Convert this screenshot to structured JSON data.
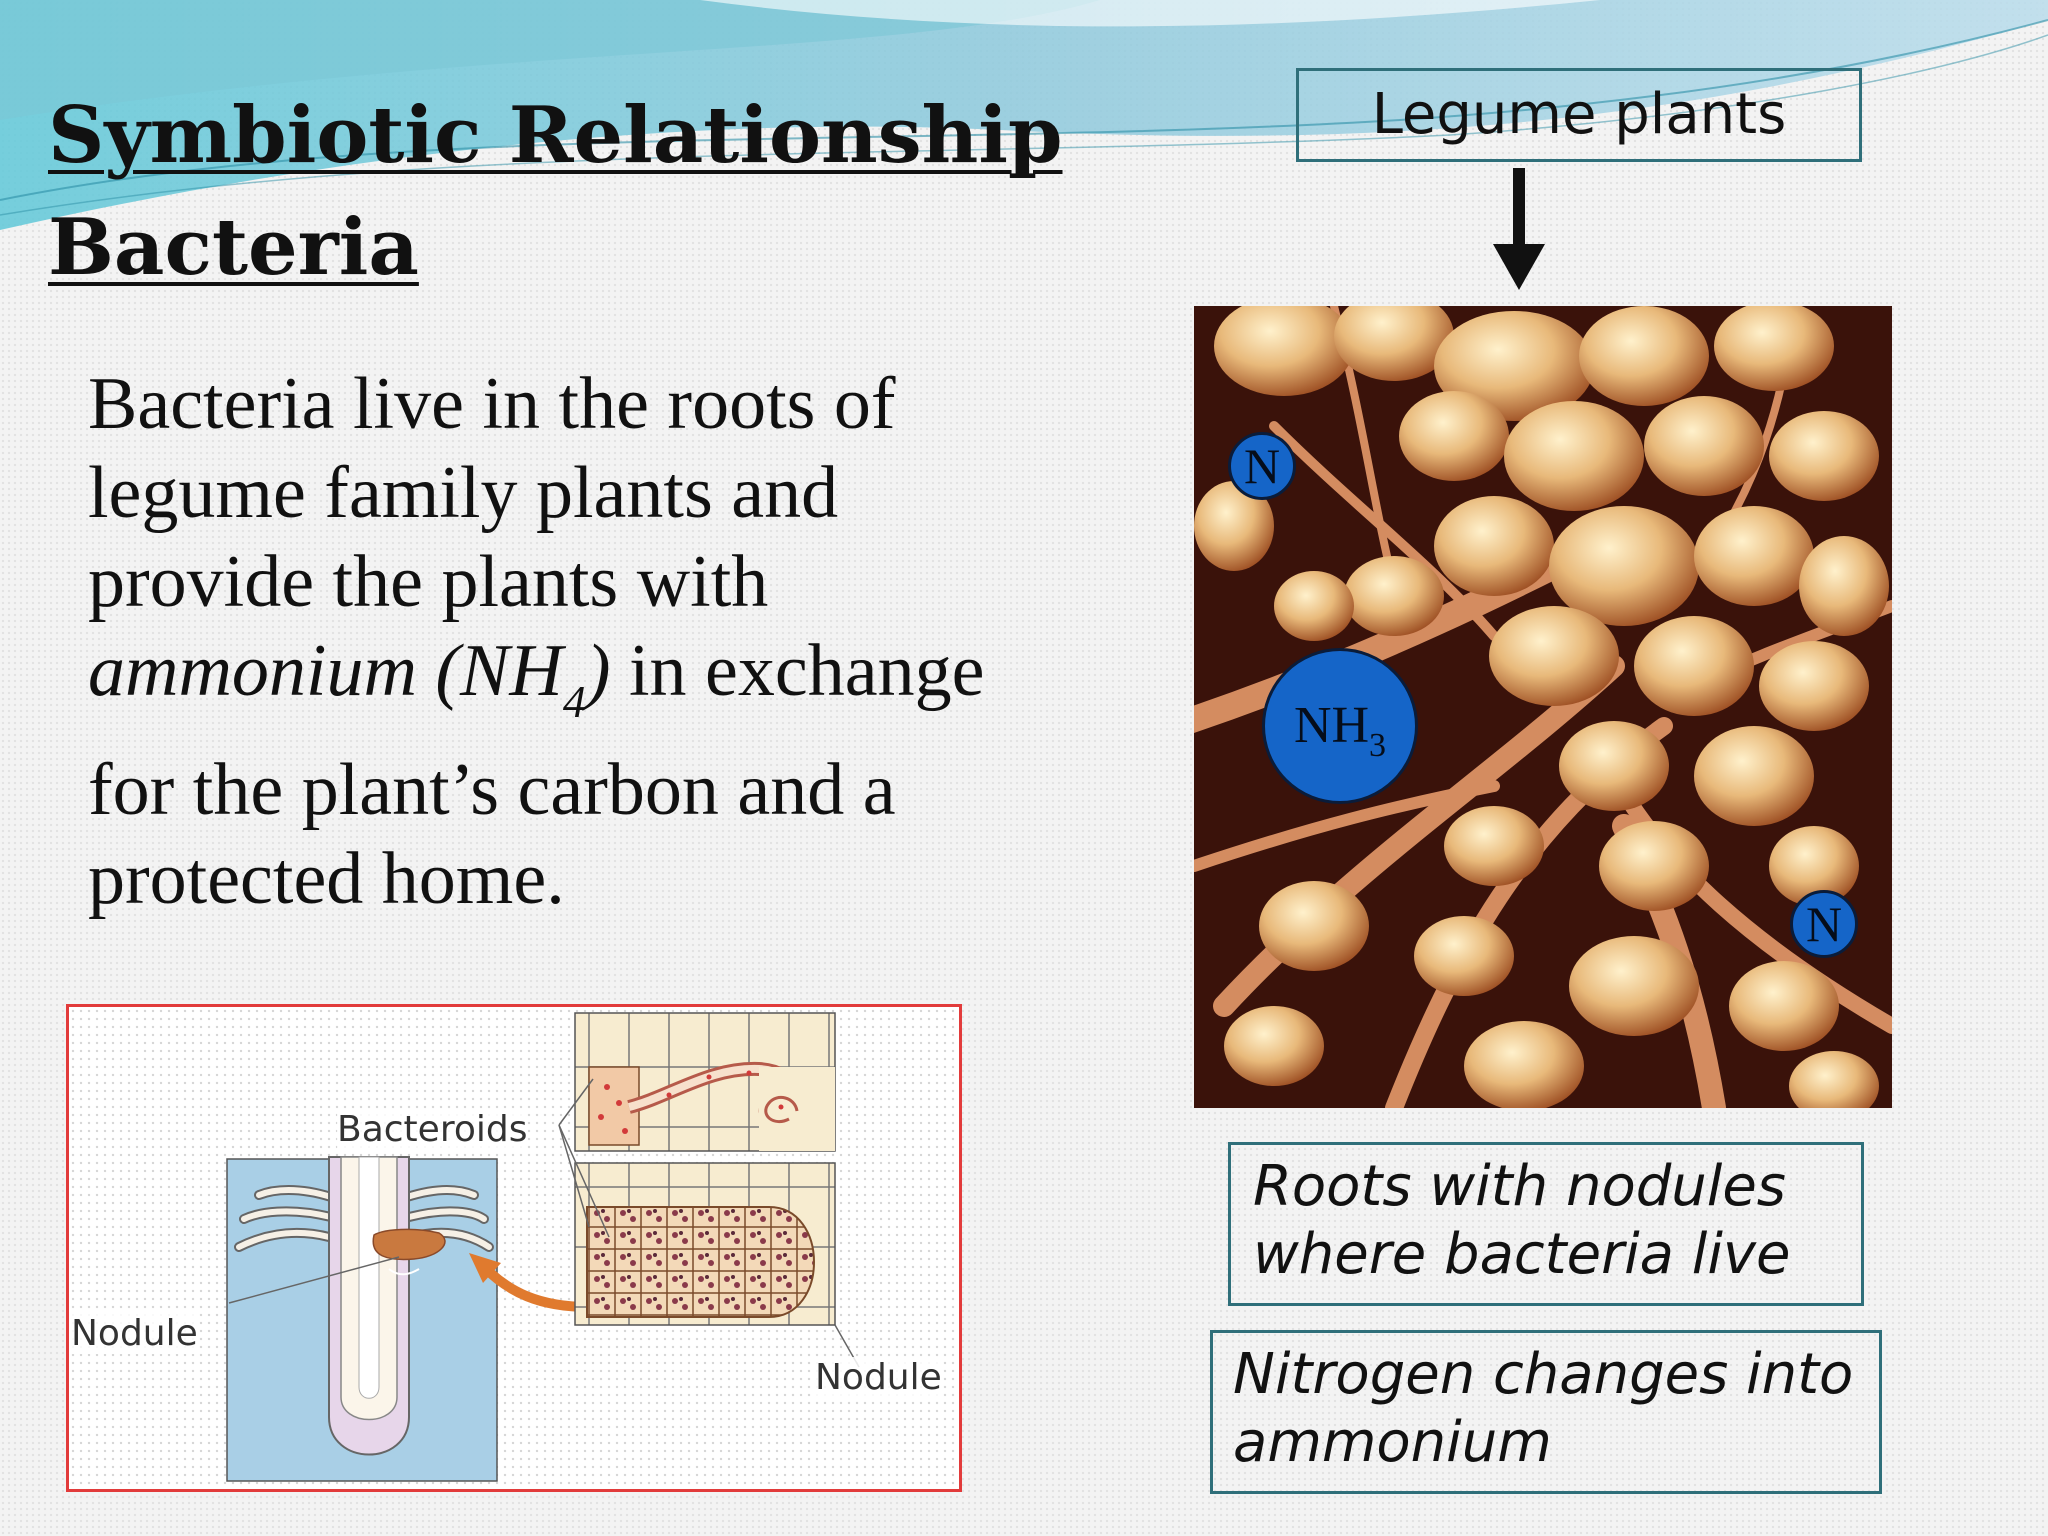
{
  "slide": {
    "title_line1": "Symbiotic Relationship",
    "title_line2": "Bacteria",
    "body": {
      "line1": "Bacteria live in the roots of",
      "line2": "legume family plants and",
      "line3": "provide the plants with",
      "line4_italic": "ammonium (NH",
      "line4_sub": "4",
      "line4_italic_end": ")",
      "line4_rest": " in exchange",
      "line5": "for the plant’s carbon and a",
      "line6": "protected home."
    },
    "callouts": {
      "legume": "Legume plants",
      "roots_line1": "Roots with nodules",
      "roots_line2": "where bacteria live",
      "nitrogen_line1": "Nitrogen changes into",
      "nitrogen_line2": "ammonium"
    },
    "badges": {
      "n_top": "N",
      "n_bottom": "N",
      "nh_main": "NH",
      "nh_sub": "3"
    },
    "diagram": {
      "label_bacteroids": "Bacteroids",
      "label_nodule_left": "Nodule",
      "label_nodule_right": "Nodule"
    }
  },
  "colors": {
    "accent_teal": "#2f6f7a",
    "badge_blue": "#1565c8",
    "diagram_border": "#e23b3b"
  }
}
